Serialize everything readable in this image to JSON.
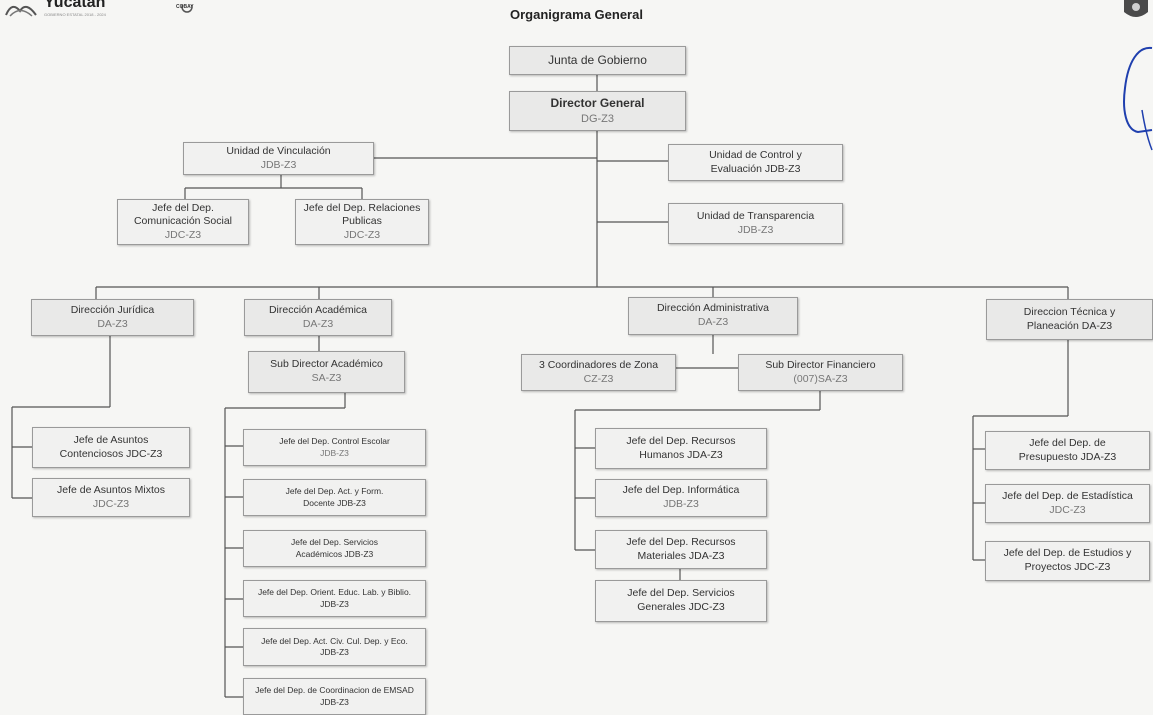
{
  "header": {
    "title": "Organigrama General",
    "logo_text": "Yucatán",
    "logo_sub": "GOBIERNO ESTATAL 2018 - 2024",
    "secondary_logo": "COBAY"
  },
  "nodes": {
    "junta": {
      "title": "Junta de Gobierno",
      "code": ""
    },
    "director_general": {
      "title": "Director General",
      "code": "DG-Z3"
    },
    "unidad_vinculacion": {
      "title": "Unidad de Vinculación",
      "code": "JDB-Z3"
    },
    "comunicacion_social": {
      "title": "Jefe del Dep. Comunicación Social",
      "code": "JDC-Z3"
    },
    "relaciones_publicas": {
      "title": "Jefe del Dep. Relaciones Publicas",
      "code": "JDC-Z3"
    },
    "unidad_control": {
      "title": "Unidad de Control y Evaluación JDB-Z3",
      "code": ""
    },
    "unidad_transparencia": {
      "title": "Unidad de Transparencia",
      "code": "JDB-Z3"
    },
    "direccion_juridica": {
      "title": "Dirección Jurídica",
      "code": "DA-Z3"
    },
    "direccion_academica": {
      "title": "Dirección Académica",
      "code": "DA-Z3"
    },
    "direccion_administrativa": {
      "title": "Dirección Administrativa",
      "code": "DA-Z3"
    },
    "direccion_tecnica": {
      "title": "Direccion Técnica y Planeación DA-Z3",
      "code": ""
    },
    "subdirector_academico": {
      "title": "Sub Director Académico",
      "code": "SA-Z3"
    },
    "coordinadores_zona": {
      "title": "3 Coordinadores de Zona",
      "code": "CZ-Z3"
    },
    "subdirector_financiero": {
      "title": "Sub Director Financiero",
      "code": "(007)SA-Z3"
    },
    "asuntos_contenciosos": {
      "title": "Jefe de Asuntos Contenciosos JDC-Z3",
      "code": ""
    },
    "asuntos_mixtos": {
      "title": "Jefe de Asuntos Mixtos",
      "code": "JDC-Z3"
    },
    "control_escolar": {
      "title": "Jefe del Dep. Control Escolar",
      "code": "JDB-Z3"
    },
    "act_form_docente": {
      "title": "Jefe del Dep. Act. y Form. Docente JDB-Z3",
      "code": ""
    },
    "servicios_academicos": {
      "title": "Jefe del Dep. Servicios Académicos JDB-Z3",
      "code": ""
    },
    "orient_educ": {
      "title": "Jefe del Dep. Orient. Educ. Lab. y Biblio. JDB-Z3",
      "code": ""
    },
    "act_civ_cul": {
      "title": "Jefe del Dep. Act. Civ. Cul. Dep. y Eco. JDB-Z3",
      "code": ""
    },
    "coordinacion_emsad": {
      "title": "Jefe del Dep. de Coordinacion de EMSAD JDB-Z3",
      "code": ""
    },
    "recursos_humanos": {
      "title": "Jefe del Dep. Recursos Humanos JDA-Z3",
      "code": ""
    },
    "informatica": {
      "title": "Jefe del Dep. Informática",
      "code": "JDB-Z3"
    },
    "recursos_materiales": {
      "title": "Jefe del Dep. Recursos Materiales JDA-Z3",
      "code": ""
    },
    "servicios_generales": {
      "title": "Jefe del Dep. Servicios Generales JDC-Z3",
      "code": ""
    },
    "presupuesto": {
      "title": "Jefe del Dep. de Presupuesto JDA-Z3",
      "code": ""
    },
    "estadistica": {
      "title": "Jefe del Dep. de Estadística",
      "code": "JDC-Z3"
    },
    "estudios_proyectos": {
      "title": "Jefe del Dep. de Estudios y Proyectos JDC-Z3",
      "code": ""
    }
  }
}
